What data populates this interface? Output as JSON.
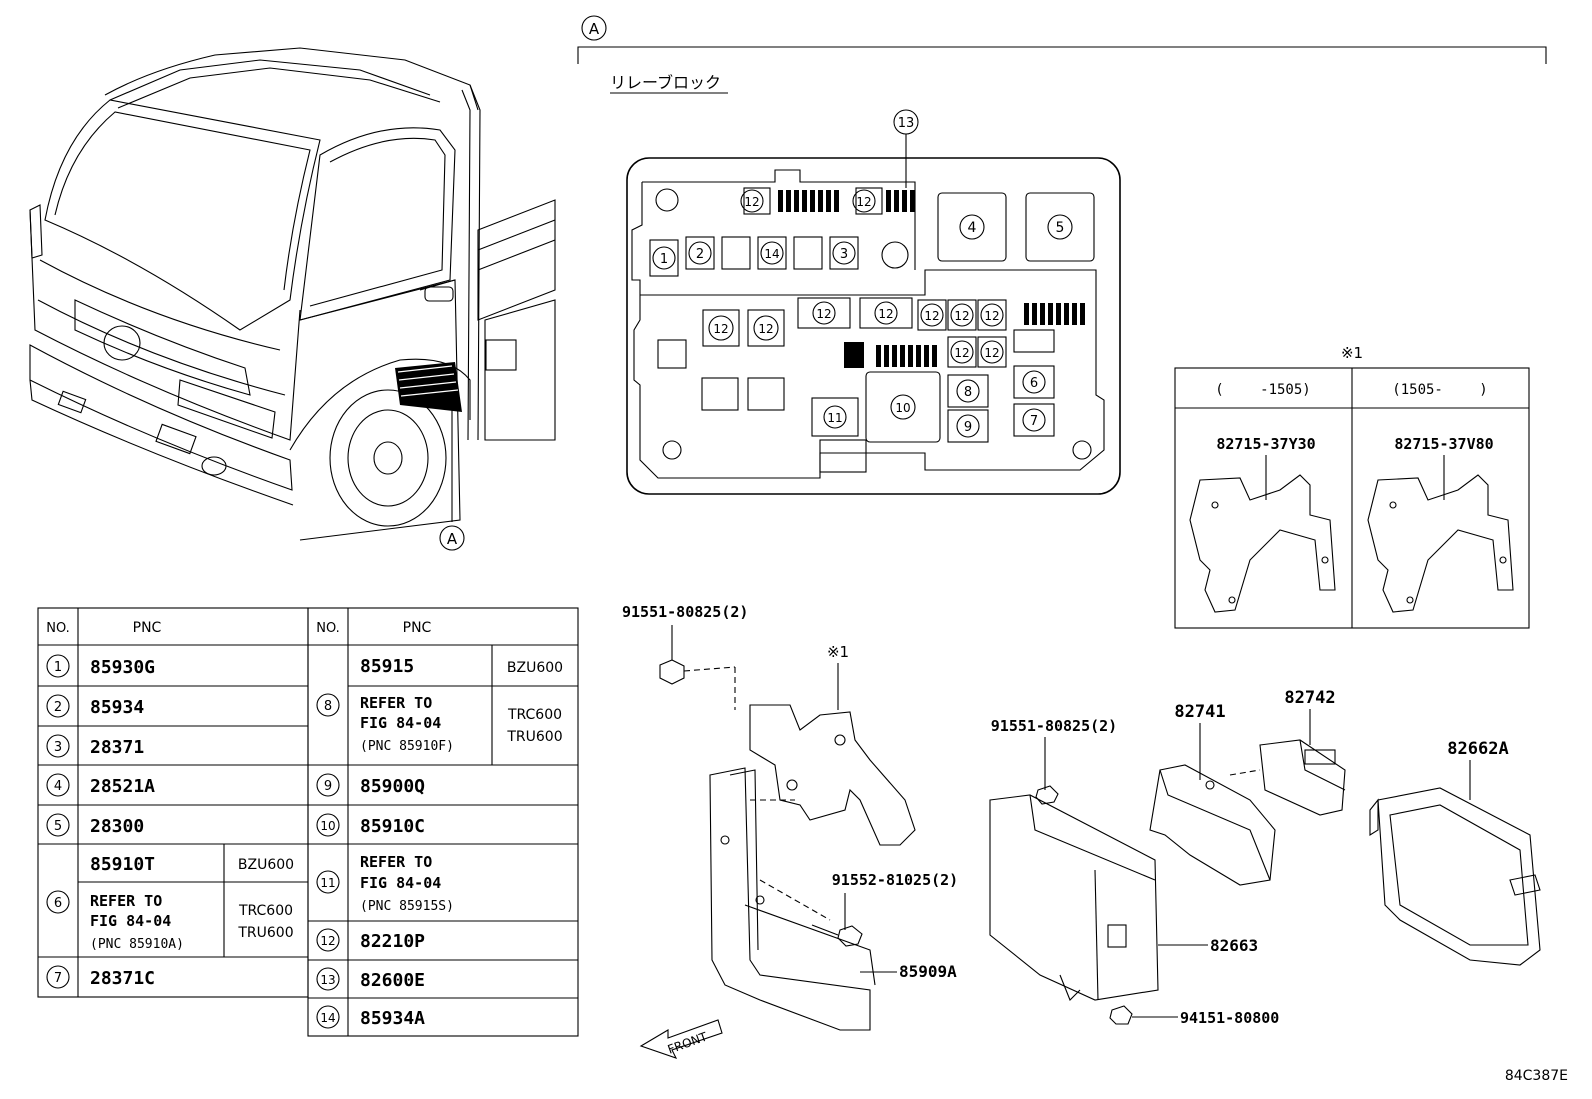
{
  "callout_A": "A",
  "relay_block_title": "リレーブロック",
  "fig_code": "84C387E",
  "front_label": "FRONT",
  "relay_labels": {
    "n1": "1",
    "n2": "2",
    "n3": "3",
    "n4": "4",
    "n5": "5",
    "n6": "6",
    "n7": "7",
    "n8": "8",
    "n9": "9",
    "n10": "10",
    "n11": "11",
    "n12": "12",
    "n13": "13",
    "n14": "14"
  },
  "variant_box": {
    "title": "※1",
    "col1_header": "(　　 -1505)",
    "col2_header": "(1505-　　 )",
    "col1_part": "82715-37Y30",
    "col2_part": "82715-37V80"
  },
  "callouts": {
    "bolt_left": "91551-80825(2)",
    "bolt_mid": "91551-80825(2)",
    "bolt_lower": "91552-81025(2)",
    "note_star": "※1",
    "p82741": "82741",
    "p82742": "82742",
    "p82662A": "82662A",
    "p82663": "82663",
    "p85909A": "85909A",
    "p94151": "94151-80800"
  },
  "table": {
    "header_no": "NO.",
    "header_pnc": "PNC",
    "left": {
      "r1": {
        "no": "1",
        "pnc": "85930G"
      },
      "r2": {
        "no": "2",
        "pnc": "85934"
      },
      "r3": {
        "no": "3",
        "pnc": "28371"
      },
      "r4": {
        "no": "4",
        "pnc": "28521A"
      },
      "r5": {
        "no": "5",
        "pnc": "28300"
      },
      "r6": {
        "no": "6",
        "pnc_a": "85910T",
        "note_a": "BZU600",
        "pnc_b_1": "REFER TO",
        "pnc_b_2": "FIG 84-04",
        "pnc_b_3": "(PNC 85910A)",
        "note_b_1": "TRC600",
        "note_b_2": "TRU600"
      },
      "r7": {
        "no": "7",
        "pnc": "28371C"
      }
    },
    "right": {
      "r8": {
        "no": "8",
        "pnc_a": "85915",
        "note_a": "BZU600",
        "pnc_b_1": "REFER TO",
        "pnc_b_2": "FIG 84-04",
        "pnc_b_3": "(PNC 85910F)",
        "note_b_1": "TRC600",
        "note_b_2": "TRU600"
      },
      "r9": {
        "no": "9",
        "pnc": "85900Q"
      },
      "r10": {
        "no": "10",
        "pnc": "85910C"
      },
      "r11": {
        "no": "11",
        "pnc_1": "REFER TO",
        "pnc_2": "FIG 84-04",
        "pnc_3": "(PNC 85915S)"
      },
      "r12": {
        "no": "12",
        "pnc": "82210P"
      },
      "r13": {
        "no": "13",
        "pnc": "82600E"
      },
      "r14": {
        "no": "14",
        "pnc": "85934A"
      }
    }
  }
}
